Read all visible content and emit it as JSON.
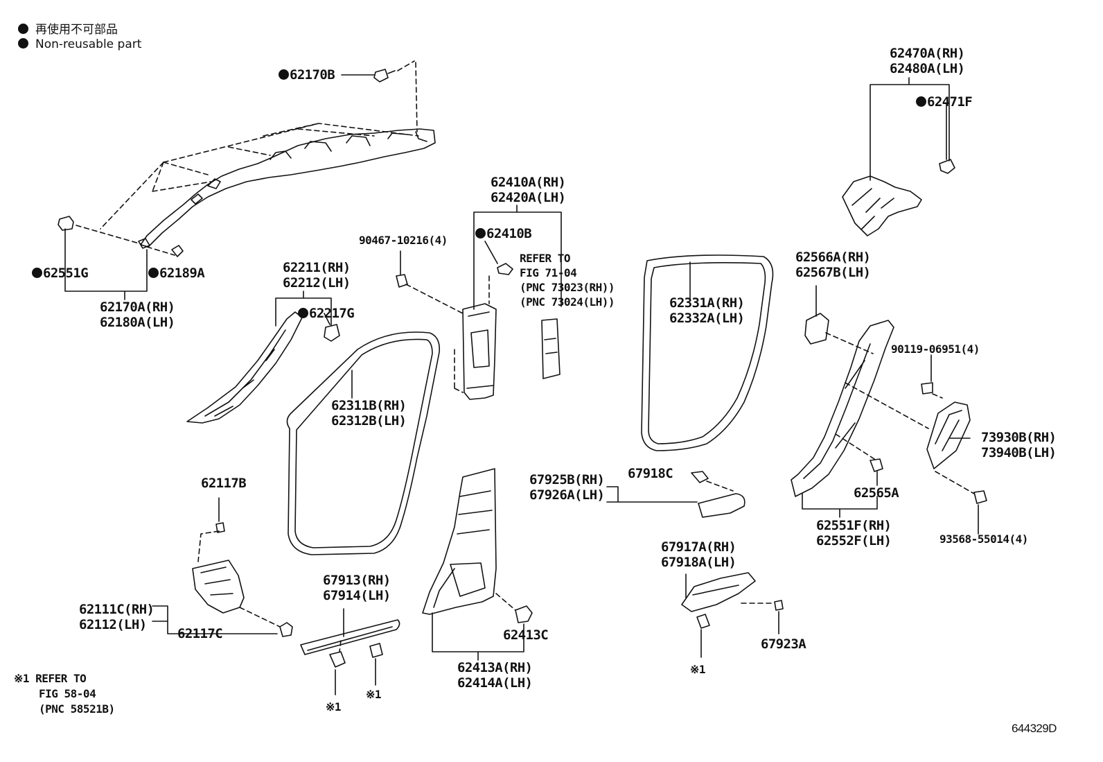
{
  "legend": {
    "jp": "再使用不可部品",
    "en": "Non-reusable part"
  },
  "labels": {
    "p62170B": "62170B",
    "p62551G": "62551G",
    "p62189A": "62189A",
    "p62170A_l1": "62170A(RH)",
    "p62170A_l2": "62180A(LH)",
    "p62211_l1": "62211(RH)",
    "p62211_l2": "62212(LH)",
    "p62217G": "62217G",
    "p90467": "90467-10216(4)",
    "p62410A_l1": "62410A(RH)",
    "p62410A_l2": "62420A(LH)",
    "p62410B": "62410B",
    "refer71_l1": "REFER TO",
    "refer71_l2": "FIG 71-04",
    "refer71_l3": "(PNC 73023(RH))",
    "refer71_l4": "(PNC 73024(LH))",
    "p62311B_l1": "62311B(RH)",
    "p62311B_l2": "62312B(LH)",
    "p62331A_l1": "62331A(RH)",
    "p62331A_l2": "62332A(LH)",
    "p62470A_l1": "62470A(RH)",
    "p62470A_l2": "62480A(LH)",
    "p62471F": "62471F",
    "p62566A_l1": "62566A(RH)",
    "p62566A_l2": "62567B(LH)",
    "p90119": "90119-06951(4)",
    "p73930B_l1": "73930B(RH)",
    "p73930B_l2": "73940B(LH)",
    "p62565A": "62565A",
    "p62551F_l1": "62551F(RH)",
    "p62551F_l2": "62552F(LH)",
    "p93568": "93568-55014(4)",
    "p62117B": "62117B",
    "p62111C_l1": "62111C(RH)",
    "p62111C_l2": "62112(LH)",
    "p62117C": "62117C",
    "p67913_l1": "67913(RH)",
    "p67914_l2": "67914(LH)",
    "p62413C": "62413C",
    "p62413A_l1": "62413A(RH)",
    "p62413A_l2": "62414A(LH)",
    "p67925B_l1": "67925B(RH)",
    "p67925B_l2": "67926A(LH)",
    "p67918C": "67918C",
    "p67917A_l1": "67917A(RH)",
    "p67917A_l2": "67918A(LH)",
    "p67923A": "67923A",
    "note1_l1": "※1 REFER TO",
    "note1_l2": "FIG 58-04",
    "note1_l3": "(PNC 58521B)",
    "ref_mark": "※1",
    "diagram_id": "644329D"
  }
}
